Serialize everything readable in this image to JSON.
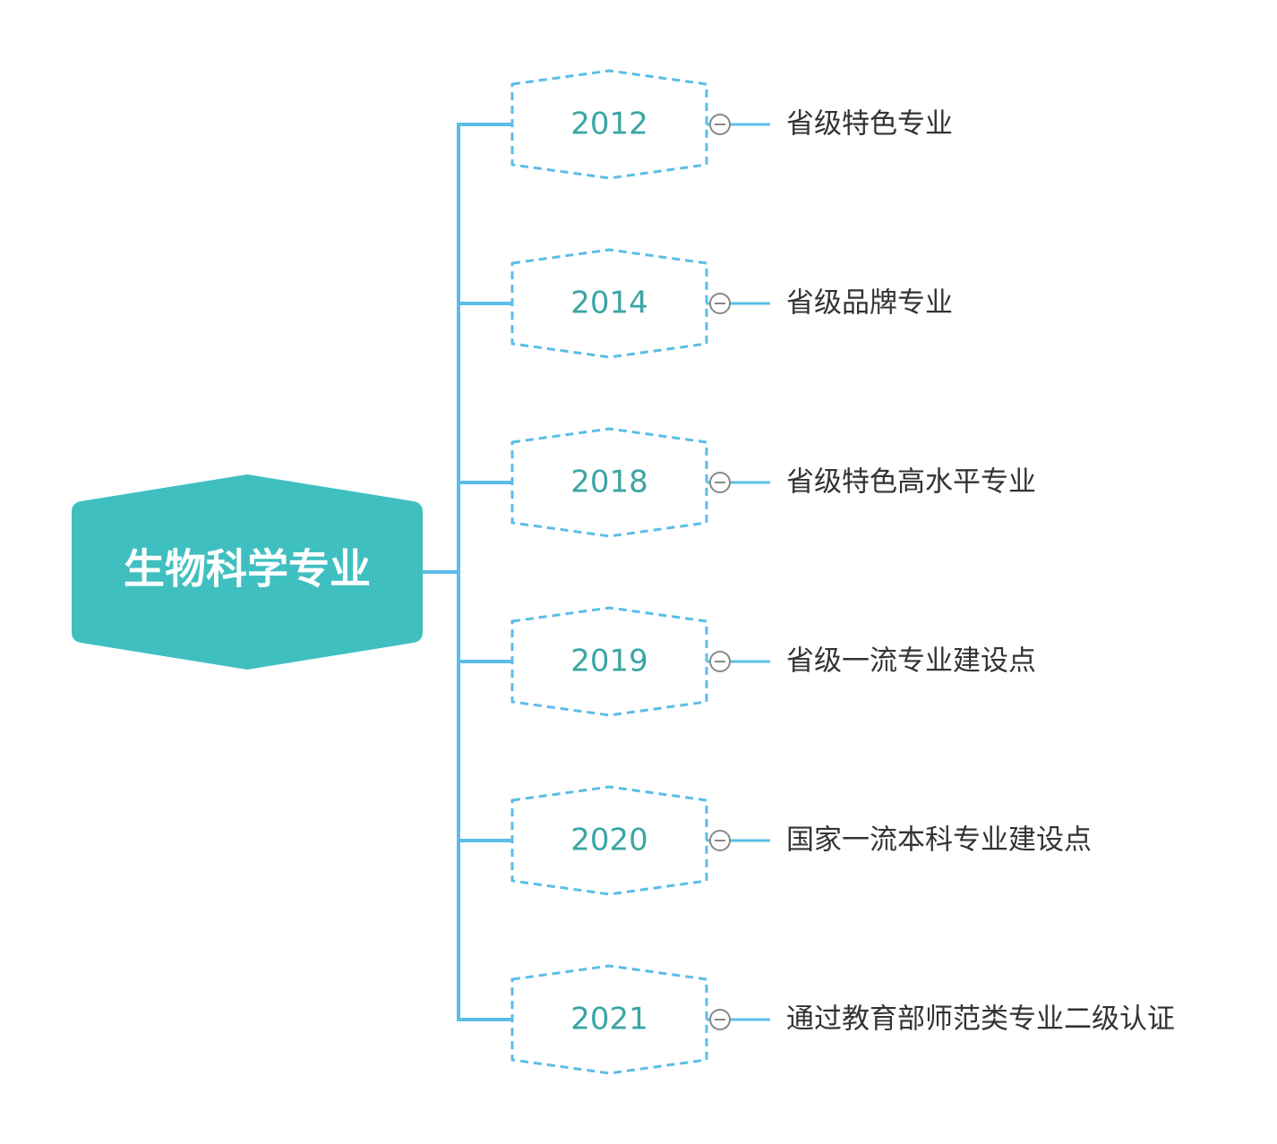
{
  "root": {
    "label": "生物科学专业"
  },
  "branches": [
    {
      "year": "2012",
      "label": "省级特色专业"
    },
    {
      "year": "2014",
      "label": "省级品牌专业"
    },
    {
      "year": "2018",
      "label": "省级特色高水平专业"
    },
    {
      "year": "2019",
      "label": "省级一流专业建设点"
    },
    {
      "year": "2020",
      "label": "国家一流本科专业建设点"
    },
    {
      "year": "2021",
      "label": "通过教育部师范类专业二级认证"
    }
  ],
  "colors": {
    "root_fill": "#40bfc1",
    "root_text": "#ffffff",
    "connector": "#5bbde8",
    "year_border": "#5bbde8",
    "year_text": "#3aa6a4",
    "leaf_text": "#333333",
    "collapse_icon": "#888888"
  }
}
